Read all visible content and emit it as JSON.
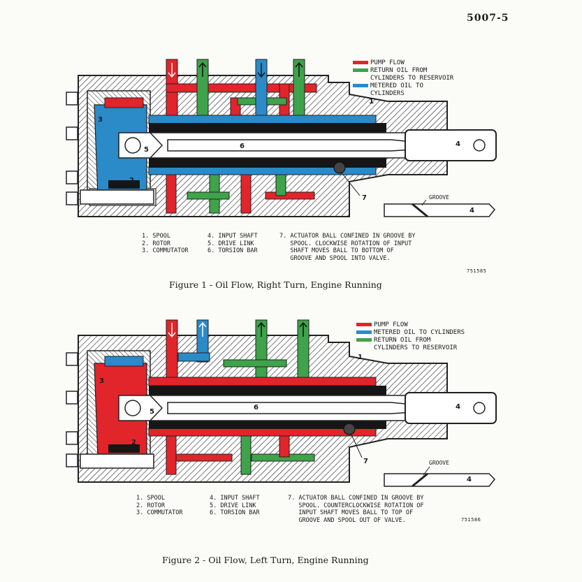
{
  "page_number": "5007-5",
  "colors": {
    "pump_flow": "#e2242b",
    "return_oil": "#3ea34a",
    "metered_oil": "#2b8ac8",
    "black": "#161616",
    "housing": "#ffffff"
  },
  "figures": [
    {
      "caption": "Figure 1 - Oil Flow, Right Turn, Engine Running",
      "code": "751585",
      "legend": [
        {
          "color": "pump",
          "lines": [
            "PUMP FLOW"
          ]
        },
        {
          "color": "return",
          "lines": [
            "RETURN OIL FROM",
            "CYLINDERS TO RESERVOIR"
          ]
        },
        {
          "color": "metered",
          "lines": [
            "METERED OIL TO",
            "CYLINDERS"
          ]
        }
      ],
      "parts_col1": [
        "1. SPOOL",
        "2. ROTOR",
        "3. COMMUTATOR"
      ],
      "parts_col2": [
        "4. INPUT SHAFT",
        "5. DRIVE LINK",
        "6. TORSION BAR"
      ],
      "note": "7. ACTUATOR BALL CONFINED IN GROOVE BY\n   SPOOL. CLOCKWISE ROTATION OF INPUT\n   SHAFT MOVES BALL TO BOTTOM OF\n   GROOVE AND SPOOL INTO VALVE.",
      "groove_label": "GROOVE",
      "callouts": [
        "1",
        "2",
        "3",
        "4",
        "5",
        "6",
        "7",
        "4"
      ]
    },
    {
      "caption": "Figure 2 - Oil Flow, Left Turn, Engine Running",
      "code": "751586",
      "legend": [
        {
          "color": "pump",
          "lines": [
            "PUMP FLOW"
          ]
        },
        {
          "color": "metered",
          "lines": [
            "METERED OIL TO CYLINDERS"
          ]
        },
        {
          "color": "return",
          "lines": [
            "RETURN OIL FROM",
            "CYLINDERS TO RESERVOIR"
          ]
        }
      ],
      "parts_col1": [
        "1. SPOOL",
        "2. ROTOR",
        "3. COMMUTATOR"
      ],
      "parts_col2": [
        "4. INPUT SHAFT",
        "5. DRIVE LINK",
        "6. TORSION BAR"
      ],
      "note": "7. ACTUATOR BALL CONFINED IN GROOVE BY\n   SPOOL. COUNTERCLOCKWISE ROTATION OF\n   INPUT SHAFT MOVES BALL TO TOP OF\n   GROOVE AND SPOOL OUT OF VALVE.",
      "groove_label": "GROOVE",
      "callouts": [
        "1",
        "2",
        "3",
        "4",
        "5",
        "6",
        "7",
        "4"
      ]
    }
  ]
}
